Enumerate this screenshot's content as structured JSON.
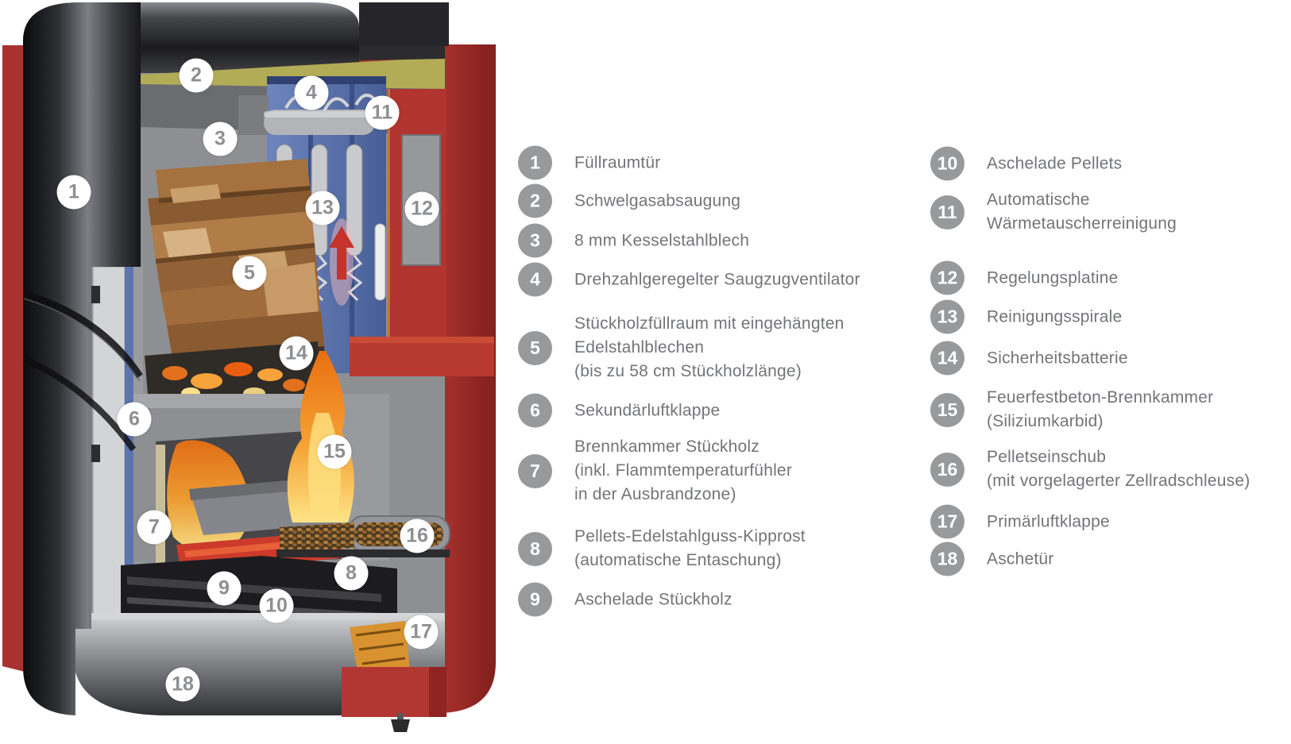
{
  "legend": {
    "left": [
      {
        "num": "1",
        "label": "Füllraumtür"
      },
      {
        "num": "2",
        "label": "Schwelgasabsaugung"
      },
      {
        "num": "3",
        "label": "8 mm Kesselstahlblech"
      },
      {
        "num": "4",
        "label": "Drehzahlgeregelter Saugzugventilator"
      },
      {
        "num": "5",
        "label": "Stückholzfüllraum mit eingehängten\nEdelstahlblechen\n(bis zu 58 cm Stückholzlänge)"
      },
      {
        "num": "6",
        "label": "Sekundärluftklappe"
      },
      {
        "num": "7",
        "label": "Brennkammer Stückholz\n(inkl. Flammtemperaturfühler\nin der Ausbrandzone)"
      },
      {
        "num": "8",
        "label": "Pellets-Edelstahlguss-Kipprost\n(automatische Entaschung)"
      },
      {
        "num": "9",
        "label": "Aschelade Stückholz"
      }
    ],
    "right": [
      {
        "num": "10",
        "label": "Aschelade Pellets"
      },
      {
        "num": "11",
        "label": "Automatische\nWärmetauscherreinigung"
      },
      {
        "num": "12",
        "label": "Regelungsplatine"
      },
      {
        "num": "13",
        "label": "Reinigungsspirale"
      },
      {
        "num": "14",
        "label": "Sicherheitsbatterie"
      },
      {
        "num": "15",
        "label": "Feuerfestbeton-Brennkammer\n(Siliziumkarbid)"
      },
      {
        "num": "16",
        "label": "Pelletseinschub\n(mit vorgelagerter Zellradschleuse)"
      },
      {
        "num": "17",
        "label": "Primärluftklappe"
      },
      {
        "num": "18",
        "label": "Aschetür"
      }
    ]
  },
  "callouts": [
    {
      "num": "1"
    },
    {
      "num": "2"
    },
    {
      "num": "3"
    },
    {
      "num": "4"
    },
    {
      "num": "5"
    },
    {
      "num": "6"
    },
    {
      "num": "7"
    },
    {
      "num": "8"
    },
    {
      "num": "9"
    },
    {
      "num": "10"
    },
    {
      "num": "11"
    },
    {
      "num": "12"
    },
    {
      "num": "13"
    },
    {
      "num": "14"
    },
    {
      "num": "15"
    },
    {
      "num": "16"
    },
    {
      "num": "17"
    },
    {
      "num": "18"
    }
  ],
  "colors": {
    "shell_red": "#a93230",
    "bright_red": "#c8432f",
    "legend_circle_gray": "#98999b",
    "legend_text_gray": "#737478",
    "callout_number_gray": "#8e8f92",
    "heat_exchanger_blue": "#5b74ad",
    "flame_orange": "#f5a233"
  }
}
